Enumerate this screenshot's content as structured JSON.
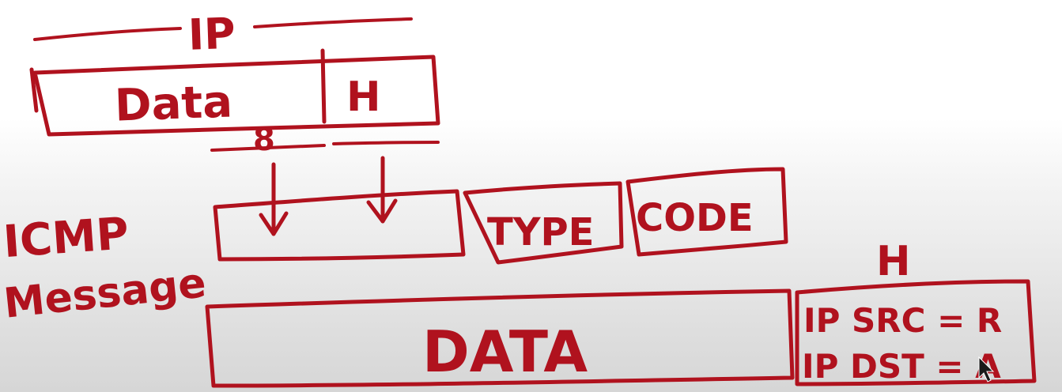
{
  "colors": {
    "ink": "#b0121e",
    "board_top": "#ffffff",
    "board_bottom": "#d6d6d6"
  },
  "ip_packet": {
    "title": "IP",
    "data_label": "Data",
    "header_label": "H",
    "size_note": "8"
  },
  "icmp": {
    "label_line1": "ICMP",
    "label_line2": "Message",
    "type_label": "TYPE",
    "code_label": "CODE",
    "data_label": "DATA"
  },
  "ip_header": {
    "title": "H",
    "src_line": "IP SRC = R",
    "dst_line": "IP DST = A"
  },
  "icons": {
    "arrows": "down-arrow-icon",
    "cursor": "mouse-pointer-icon"
  }
}
